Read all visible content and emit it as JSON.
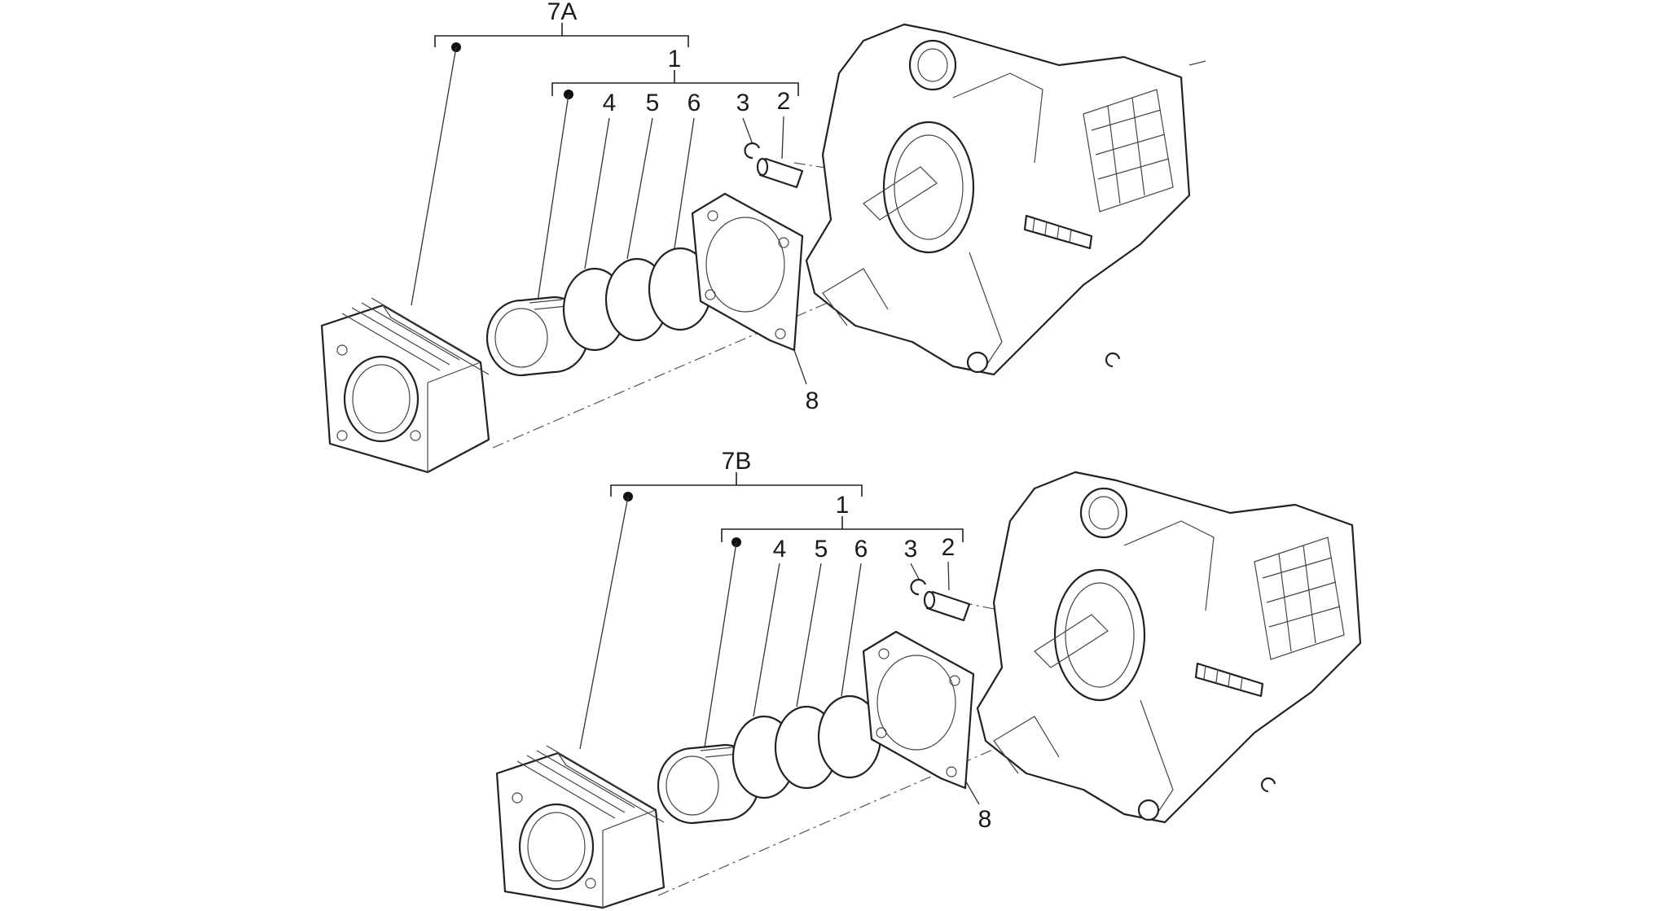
{
  "diagram": {
    "groups": [
      {
        "assembly_label": "7A",
        "sub_assembly_label": "1",
        "part_labels": [
          "4",
          "5",
          "6",
          "3",
          "2",
          "8"
        ]
      },
      {
        "assembly_label": "7B",
        "sub_assembly_label": "1",
        "part_labels": [
          "4",
          "5",
          "6",
          "3",
          "2",
          "8"
        ]
      }
    ]
  }
}
